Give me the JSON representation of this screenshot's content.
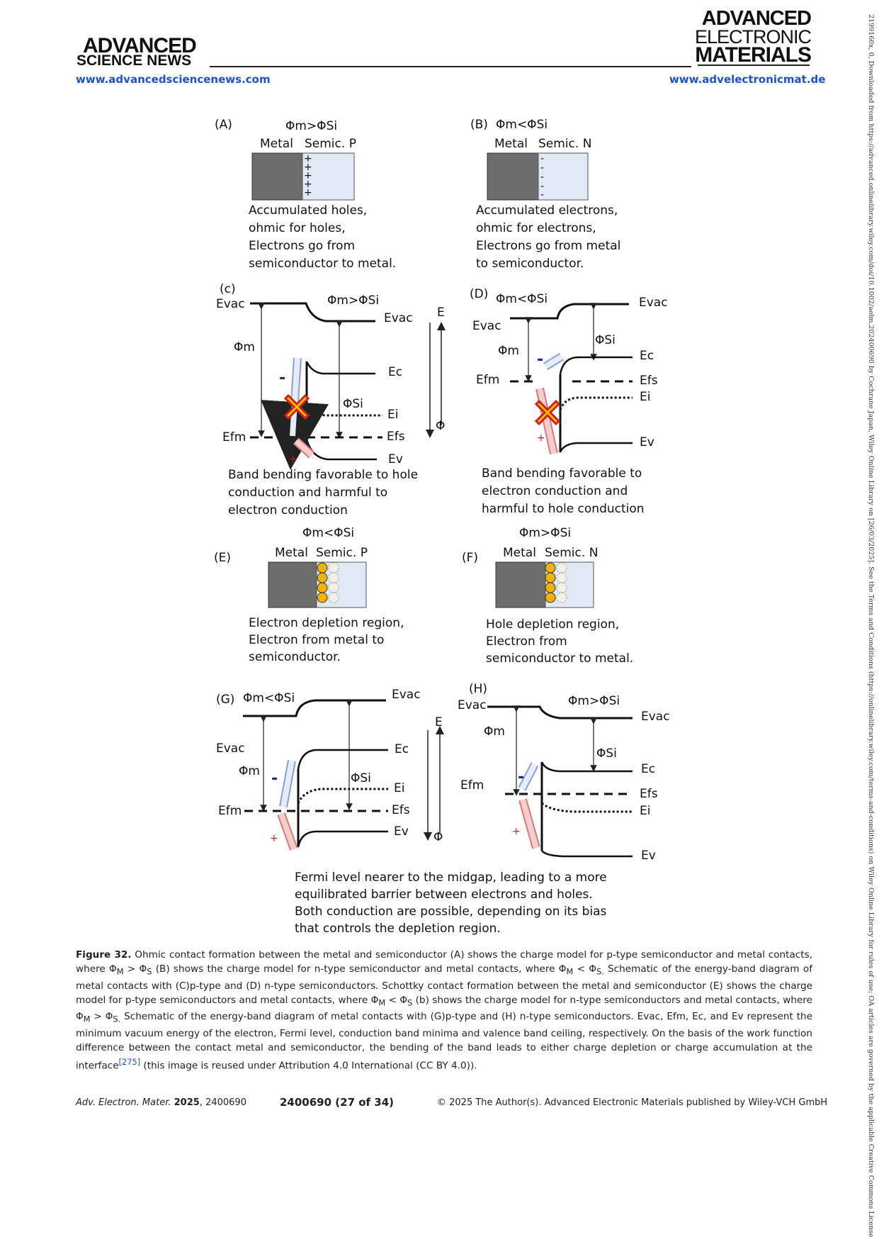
{
  "header": {
    "left_logo_line1": "ADVANCED",
    "left_logo_line2": "SCIENCE NEWS",
    "left_url": "www.advancedsciencenews.com",
    "right_logo_line1": "ADVANCED",
    "right_logo_line2": "ELECTRONIC",
    "right_logo_line3": "MATERIALS",
    "right_url": "www.advelectronicmat.de"
  },
  "side_text": "2199160x, 0, Downloaded from https://advanced.onlinelibrary.wiley.com/doi/10.1002/aelm.202400690 by Cochrane Japan, Wiley Online Library on [26/03/2025]. See the Terms and Conditions (https://onlinelibrary.wiley.com/terms-and-conditions) on Wiley Online Library for rules of use; OA articles are governed by the applicable Creative Commons License",
  "figure": {
    "A": {
      "tag": "(A)",
      "cond": "Φm>ΦSi",
      "metal": "Metal",
      "semi": "Semic. P",
      "desc": [
        "Accumulated holes,",
        "ohmic for holes,",
        "Electrons go from",
        "semiconductor to metal."
      ]
    },
    "B": {
      "tag": "(B)",
      "cond": "Φm<ΦSi",
      "metal": "Metal",
      "semi": "Semic. N",
      "desc": [
        "Accumulated electrons,",
        "ohmic for electrons,",
        "Electrons go from metal",
        "to semiconductor."
      ]
    },
    "C": {
      "tag": "(c)",
      "cond": "Φm>ΦSi",
      "labels": {
        "evac_l": "Evac",
        "evac_r": "Evac",
        "phim": "Φm",
        "phisi": "ΦSi",
        "ec": "Ec",
        "ei": "Ei",
        "efm": "Efm",
        "efs": "Efs",
        "ev": "Ev",
        "minus": "-",
        "plus": "+"
      },
      "desc": [
        "Band bending favorable to hole",
        "conduction and harmful to",
        "electron conduction"
      ]
    },
    "E_axis_top": {
      "e": "E",
      "phi": "Φ"
    },
    "D": {
      "tag": "(D)",
      "cond": "Φm<ΦSi",
      "labels": {
        "evac_l": "Evac",
        "evac_r": "Evac",
        "phim": "Φm",
        "phisi": "ΦSi",
        "ec": "Ec",
        "ei": "Ei",
        "efm": "Efm",
        "efs": "Efs",
        "ev": "Ev",
        "minus": "-",
        "plus": "+"
      },
      "desc": [
        "Band bending favorable to",
        "electron conduction and",
        "harmful to hole conduction"
      ]
    },
    "E": {
      "tag": "(E)",
      "cond": "Φm<ΦSi",
      "metal": "Metal",
      "semi": "Semic. P",
      "desc": [
        "Electron depletion region,",
        "Electron from metal to",
        "semiconductor."
      ]
    },
    "F": {
      "tag": "(F)",
      "cond": "Φm>ΦSi",
      "metal": "Metal",
      "semi": "Semic. N",
      "desc": [
        "Hole depletion region,",
        "Electron from",
        "semiconductor to metal."
      ]
    },
    "G": {
      "tag": "(G)",
      "cond": "Φm<ΦSi",
      "labels": {
        "evac_l": "Evac",
        "evac_r": "Evac",
        "phim": "Φm",
        "phisi": "ΦSi",
        "ec": "Ec",
        "ei": "Ei",
        "efm": "Efm",
        "efs": "Efs",
        "ev": "Ev",
        "minus": "-",
        "plus": "+"
      }
    },
    "E_axis_bottom": {
      "e": "E",
      "phi": "Φ"
    },
    "H": {
      "tag": "(H)",
      "cond": "Φm>ΦSi",
      "labels": {
        "evac_l": "Evac",
        "evac_r": "Evac",
        "phim": "Φm",
        "phisi": "ΦSi",
        "ec": "Ec",
        "ei": "Ei",
        "efm": "Efm",
        "efs": "Efs",
        "ev": "Ev",
        "minus": "-",
        "plus": "+"
      }
    },
    "bottom_desc": [
      "Fermi level nearer to the midgap, leading to a more",
      "equilibrated barrier between electrons and holes.",
      "Both conduction are possible, depending on its bias",
      "that controls the depletion region."
    ]
  },
  "caption": {
    "label": "Figure 32.",
    "text1": " Ohmic contact formation between the metal and semiconductor (A) shows the charge model for p-type semiconductor and metal contacts, where Φ",
    "sub_m1": "M",
    "t2": " > Φ",
    "sub_s1": "S",
    "t3": " (B) shows the charge model for n-type semiconductor and metal contacts, where Φ",
    "sub_m2": "M",
    "t4": " < Φ",
    "sub_s2": "S.",
    "t5": " Schematic of the energy-band diagram of metal contacts with (C)p-type and (D) n-type semiconductors. Schottky contact formation between the metal and semiconductor (E) shows the charge model for p-type semiconductors and metal contacts, where Φ",
    "sub_m3": "M",
    "t6": " < Φ",
    "sub_s3": "S",
    "t7": " (b) shows the charge model for n-type semiconductors and metal contacts, where Φ",
    "sub_m4": "M",
    "t8": " > Φ",
    "sub_s4": "S.",
    "t9": " Schematic of the energy-band diagram of metal contacts with (G)p-type and (H) n-type semiconductors. Evac, Efm, Ec, and Ev represent the minimum vacuum energy of the electron, Fermi level, conduction band minima and valence band ceiling, respectively. On the basis of the work function difference between the contact metal and semiconductor, the bending of the band leads to either charge depletion or charge accumulation at the interface",
    "ref": "[275]",
    "t10": " (this image is reused under Attribution 4.0 International (CC BY 4.0))."
  },
  "footer": {
    "journal": "Adv. Electron. Mater.",
    "year": "2025",
    "article": ", 2400690",
    "page": "2400690 (27 of 34)",
    "copyright": "© 2025 The Author(s). Advanced Electronic Materials published by Wiley-VCH GmbH"
  }
}
